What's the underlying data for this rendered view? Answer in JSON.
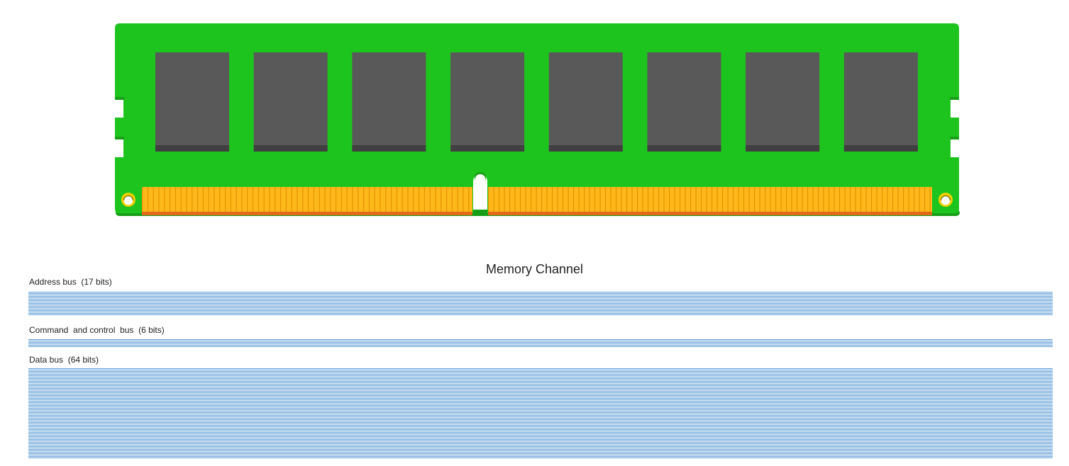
{
  "title": "Memory Channel",
  "module": {
    "chip_count": 8,
    "pin_count_left": 60,
    "pin_count_right": 84,
    "colors": {
      "pcb": "#1ec41e",
      "pcb_edge": "#17a017",
      "chip": "#595959",
      "chip_shadow": "#404040",
      "pin": "#ffb81a",
      "pin_line": "#e39300",
      "pin_base": "#e06a1a"
    }
  },
  "buses": [
    {
      "label": "Address bus  (17 bits)",
      "bits": 17,
      "color": "#5b9bd5"
    },
    {
      "label": "Command  and control  bus  (6 bits)",
      "bits": 6,
      "color": "#5b9bd5"
    },
    {
      "label": "Data bus  (64 bits)",
      "bits": 64,
      "color": "#5b9bd5"
    }
  ]
}
